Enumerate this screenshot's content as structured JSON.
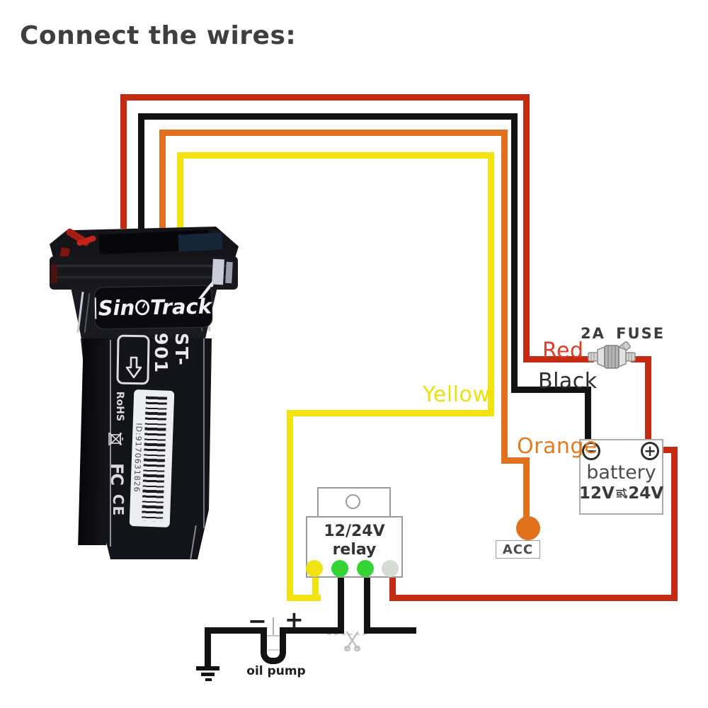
{
  "title": "Connect the wires:",
  "colors": {
    "wire_red": "#c52a12",
    "wire_black": "#121212",
    "wire_orange": "#e2711d",
    "wire_yellow": "#f2e30d",
    "label_red": "#e23c28",
    "label_black": "#2c2c2c",
    "label_orange": "#e87a1e",
    "label_yellow": "#ece00e",
    "text_dark": "#3c3c3c",
    "acc_dot": "#e2711d",
    "relay_pin_yellow": "#f0e312",
    "relay_pin_green": "#35d435",
    "relay_pin_pale": "#d5dcd2",
    "box_border": "#9a9a9a"
  },
  "wire_labels": {
    "red": "Red",
    "black": "Black",
    "orange": "Orange",
    "yellow": "Yellow"
  },
  "fuse": {
    "label": "2A FUSE"
  },
  "battery": {
    "name": "battery",
    "minus": "−",
    "plus": "+",
    "voltage_left": "12V",
    "voltage_cjk": "或",
    "voltage_right": "24V",
    "voltage_full": "12V或24V"
  },
  "acc": {
    "label": "ACC"
  },
  "relay": {
    "line1": "12/24V",
    "line2": "relay"
  },
  "oil_pump": {
    "label": "oil pump",
    "minus": "−",
    "plus": "+"
  },
  "device": {
    "brand_prefix": "Sin",
    "brand_suffix": "Track",
    "model": "ST-901",
    "barcode_id": "ID:9170631826",
    "cert_rohs": "RoHS",
    "cert_fcc": "FC",
    "cert_ce": "CE"
  }
}
